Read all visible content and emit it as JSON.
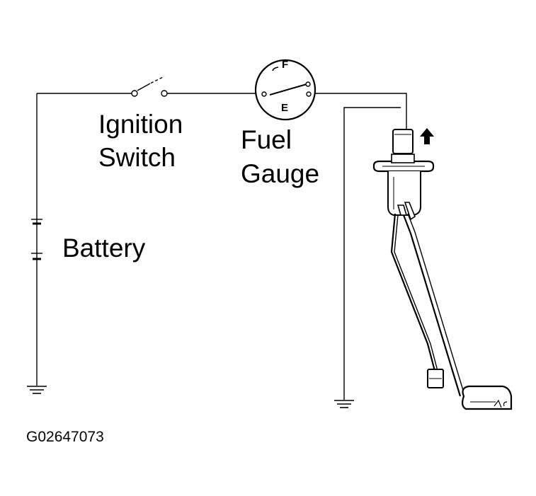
{
  "labels": {
    "ignition_line1": "Ignition",
    "ignition_line2": "Switch",
    "fuel_line1": "Fuel",
    "fuel_line2": "Gauge",
    "battery": "Battery",
    "figure_id": "G02647073"
  },
  "gauge": {
    "full_mark": "F",
    "empty_mark": "E"
  }
}
